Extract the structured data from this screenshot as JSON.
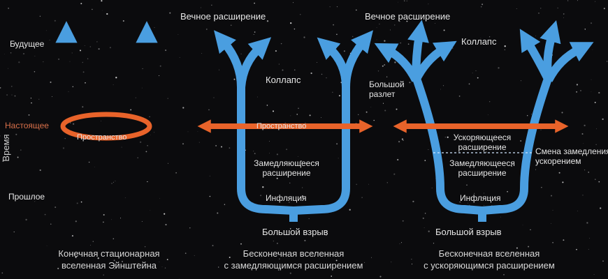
{
  "colors": {
    "arrow": "#4a9ee0",
    "space": "#e8632a",
    "background": "#0b0b0d"
  },
  "axis": {
    "label": "Время",
    "future": "Будущее",
    "present": "Настоящее",
    "past": "Прошлое"
  },
  "panel1": {
    "space": "Пространство",
    "caption": [
      "Конечная стационарная",
      "вселенная Эйнштейна"
    ]
  },
  "panel2": {
    "eternal": "Вечное расширение",
    "collapse": "Коллапс",
    "space": "Пространство",
    "decel": [
      "Замедляющееся",
      "расширение"
    ],
    "inflation": "Инфляция",
    "bigbang": "Большой взрыв",
    "caption": [
      "Бесконечная вселенная",
      "с замедляющимся расширением"
    ]
  },
  "panel3": {
    "eternal": "Вечное расширение",
    "collapse": "Коллапс",
    "bigrip": [
      "Большой",
      "разлет"
    ],
    "accel": [
      "Ускоряющееся",
      "расширение"
    ],
    "decel": [
      "Замедляющееся",
      "расширение"
    ],
    "transition": [
      "Смена замедления",
      "ускорением"
    ],
    "inflation": "Инфляция",
    "bigbang": "Большой взрыв",
    "caption": [
      "Бесконечная вселенная",
      "с ускоряющимся расширением"
    ]
  }
}
